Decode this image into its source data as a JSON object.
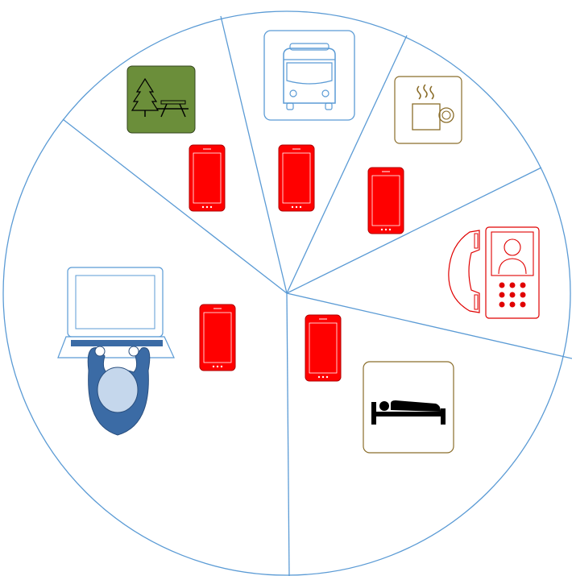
{
  "diagram": {
    "line_color": "#5b9bd5",
    "center_hub": "circle-partitioned-into-contexts",
    "segments": [
      {
        "context": "park",
        "icon": "park-picnic-icon",
        "colors": {
          "fill": "#6b8e3a",
          "stroke": "#33441d"
        }
      },
      {
        "context": "transit",
        "icon": "bus-icon",
        "colors": {
          "stroke": "#5b9bd5"
        }
      },
      {
        "context": "cafe",
        "icon": "coffee-cup-icon",
        "colors": {
          "stroke": "#8a6d2a"
        }
      },
      {
        "context": "telephony",
        "icon": "video-phone-icon",
        "colors": {
          "stroke": "#e00000"
        }
      },
      {
        "context": "hotel",
        "icon": "bed-icon",
        "colors": {
          "stroke": "#8a6d2a",
          "glyph": "#000000"
        }
      },
      {
        "context": "office",
        "icon": "laptop-user-icon",
        "colors": {
          "laptop": "#5b9bd5",
          "person": "#3b6ba5",
          "head": "#c5d7ec"
        }
      }
    ],
    "device_icon": "smartphone-icon",
    "device_color": "#ff0000",
    "device_count": 6
  }
}
